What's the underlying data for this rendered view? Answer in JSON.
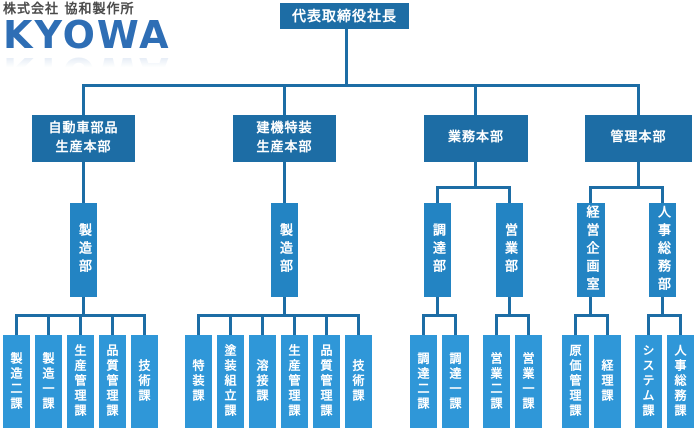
{
  "logo": {
    "company_name": "株式会社 協和製作所",
    "brand_name": "KYOWA"
  },
  "colors": {
    "box_level1": "#1d6da5",
    "box_level2": "#1d6da5",
    "box_level3": "#2384c3",
    "box_level4": "#2f97d8",
    "connector_line": "#1d6da5",
    "brand_blue": "#2e6eb5",
    "company_text": "#4b4b4b"
  },
  "org_chart": {
    "president": "代表取締役社長",
    "headquarters": [
      {
        "label": "自動車部品\n生産本部",
        "departments": [
          {
            "label": "製造部",
            "sections": [
              "製造二課",
              "製造一課",
              "生産管理課",
              "品質管理課",
              "技術課"
            ]
          }
        ]
      },
      {
        "label": "建機特装\n生産本部",
        "departments": [
          {
            "label": "製造部",
            "sections": [
              "特装課",
              "塗装組立課",
              "溶接課",
              "生産管理課",
              "品質管理課",
              "技術課"
            ]
          }
        ]
      },
      {
        "label": "業務本部",
        "departments": [
          {
            "label": "調達部",
            "sections": [
              "調達二課",
              "調達一課"
            ]
          },
          {
            "label": "営業部",
            "sections": [
              "営業二課",
              "営業一課"
            ]
          }
        ]
      },
      {
        "label": "管理本部",
        "departments": [
          {
            "label": "経営企画室",
            "sections": [
              "原価管理課",
              "経理課"
            ]
          },
          {
            "label": "人事総務部",
            "sections": [
              "システム課",
              "人事総務課"
            ]
          }
        ]
      }
    ]
  }
}
